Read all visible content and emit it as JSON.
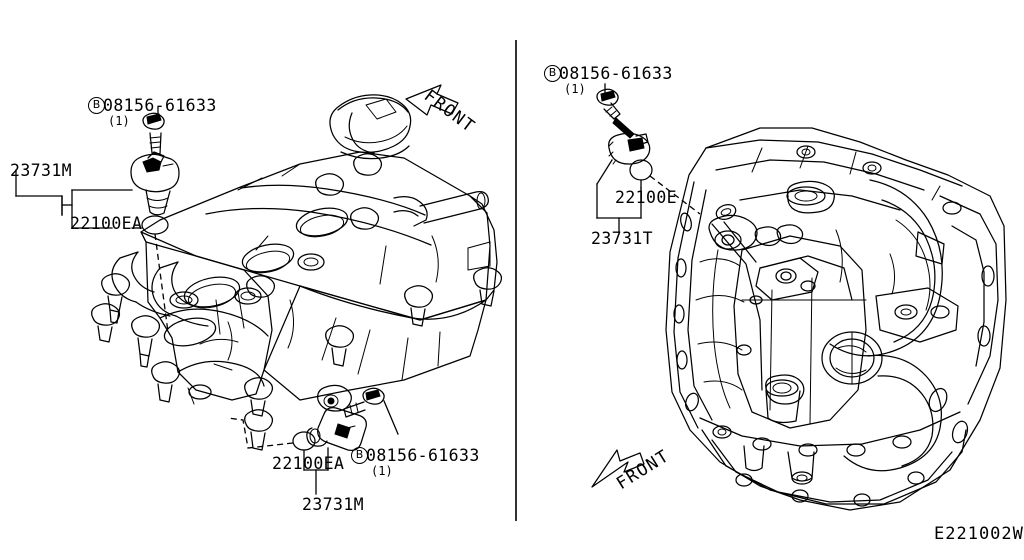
{
  "diagram": {
    "code": "E221002W",
    "background": "#ffffff",
    "line_color": "#000000"
  },
  "panels": {
    "left": {
      "name": "cylinder-head-cover-assembly",
      "front_arrow_label": "FRONT",
      "labels": {
        "bolt_top": "08156-61633",
        "bolt_top_qty": "(1)",
        "bolt_top_prefix": "B",
        "sensor_top": "23731M",
        "oring_top": "22100EA",
        "bolt_bottom": "08156-61633",
        "bolt_bottom_qty": "(1)",
        "bolt_bottom_prefix": "B",
        "oring_bottom": "22100EA",
        "sensor_bottom": "23731M"
      }
    },
    "right": {
      "name": "transmission-case-assembly",
      "front_arrow_label": "FRONT",
      "labels": {
        "bolt": "08156-61633",
        "bolt_qty": "(1)",
        "bolt_prefix": "B",
        "oring": "22100E",
        "sensor": "23731T"
      }
    }
  }
}
